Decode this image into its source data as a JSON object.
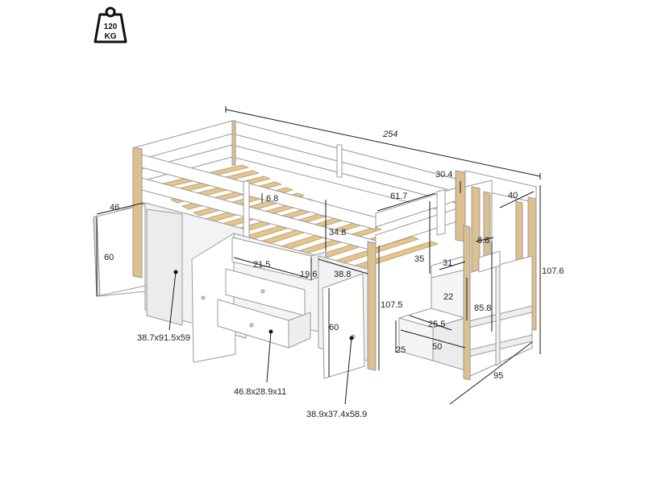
{
  "badge": {
    "weight": "120",
    "unit": "KG"
  },
  "dimensions": {
    "length": "254",
    "rail_height": "30.4",
    "end_width": "61.7",
    "guard_gap": "6.8",
    "under_clearance": "34.8",
    "drawer_width": "21.5",
    "drawer_height": "19.6",
    "drawer_depth": "38.8",
    "left_door_width": "46",
    "left_door_height": "60",
    "right_door_height": "60",
    "bed_height": "107.5",
    "stair_rise": "35",
    "stair_width": "31",
    "step_height": "22",
    "step_depth": "25.5",
    "bottom_step": "25",
    "step_length": "50",
    "shelf_width": "8.8",
    "stair_total_height": "85.8",
    "stair_top_width": "40",
    "total_height": "107.6",
    "stair_depth": "95"
  },
  "callouts": {
    "cabinet": "38.7x91.5x59",
    "drawers": "46.8x28.9x11",
    "side_cabinet": "38.9x37.4x58.9"
  },
  "colors": {
    "frame": "#ffffff",
    "wood": "#dcc08f",
    "outline": "#9a9a9a",
    "line": "#1a1a1a"
  }
}
